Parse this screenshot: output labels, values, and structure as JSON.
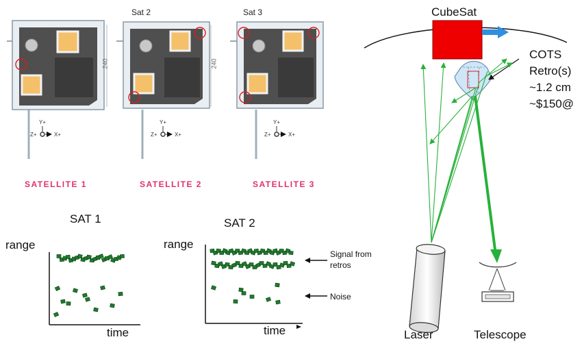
{
  "satellites": {
    "top_labels": [
      "Sat 2",
      "Sat 3"
    ],
    "captions": [
      "SATELLITE 1",
      "SATELLITE 2",
      "SATELLITE 3"
    ],
    "dimension_label": "240",
    "axes": {
      "y": "Y+",
      "z": "Z+",
      "x": "X+"
    }
  },
  "plots": [
    {
      "title": "SAT 1",
      "ylabel": "range",
      "xlabel": "time"
    },
    {
      "title": "SAT 2",
      "ylabel": "range",
      "xlabel": "time"
    }
  ],
  "annotations": {
    "signal": "Signal from retros",
    "noise": "Noise"
  },
  "diagram": {
    "cubesat_label": "CubeSat",
    "cots_lines": [
      "COTS",
      "Retro(s)",
      "~1.2 cm",
      "~$150@"
    ],
    "laser_label": "Laser",
    "telescope_label": "Telescope"
  },
  "colors": {
    "highlight_circle": "#d81e1e",
    "caption": "#e0306a",
    "points": "#1e7b2c",
    "beam": "#27b13a",
    "cubesat": "#ee0000",
    "velocity_arrow": "#2f8fe0"
  }
}
